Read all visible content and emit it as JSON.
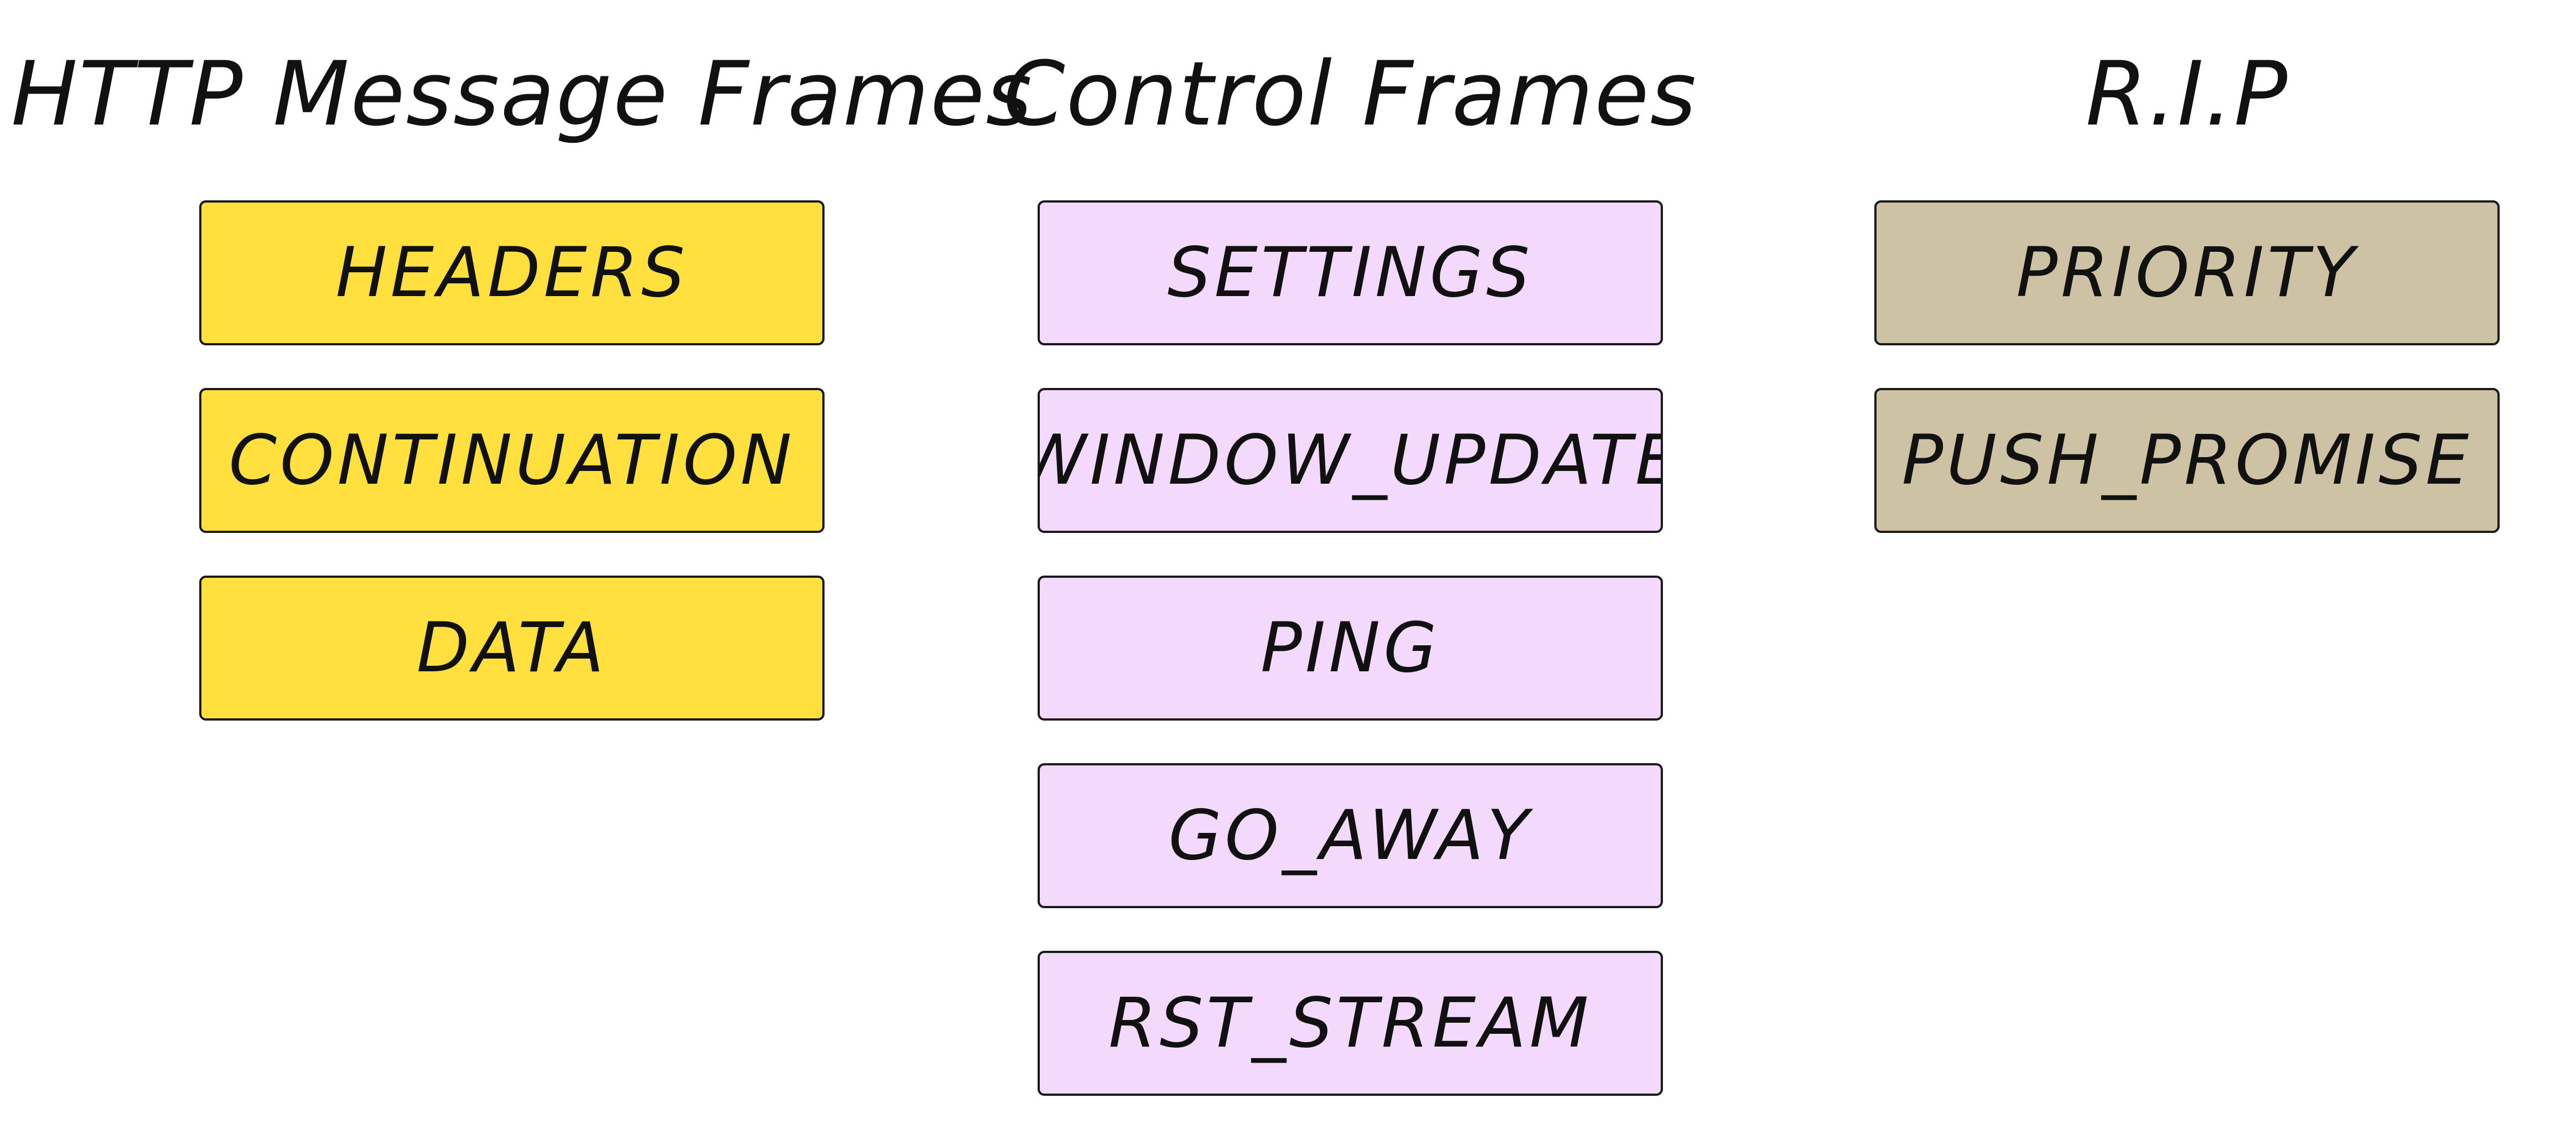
{
  "colors": {
    "http_fill": "#FFE03F",
    "control_fill": "#F3DAFD",
    "rip_fill": "#CDC2A3",
    "border": "#1A1A1A",
    "background": "#FFFFFF"
  },
  "columns": {
    "http": {
      "title": "HTTP Message Frames",
      "frames": [
        "HEADERS",
        "CONTINUATION",
        "DATA"
      ]
    },
    "control": {
      "title": "Control Frames",
      "frames": [
        "SETTINGS",
        "WINDOW_UPDATE",
        "PING",
        "GO_AWAY",
        "RST_STREAM"
      ]
    },
    "rip": {
      "title": "R.I.P",
      "frames": [
        "PRIORITY",
        "PUSH_PROMISE"
      ]
    }
  }
}
